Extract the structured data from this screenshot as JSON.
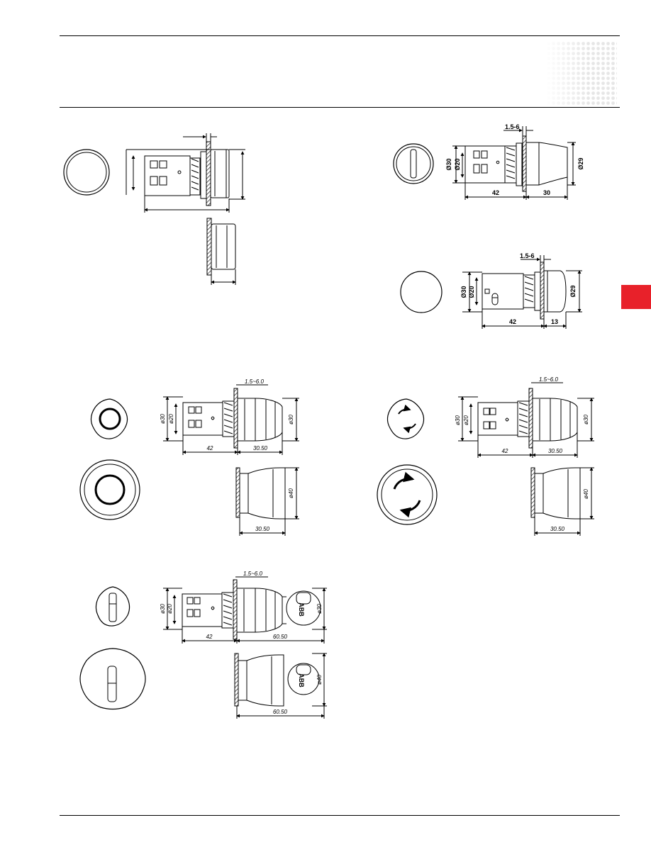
{
  "page": {
    "accent_color": "#e8212a"
  },
  "figures": {
    "selector": {
      "gap_label": "1.5-6",
      "outer_dia": "Ø30",
      "inner_dia": "Ø20",
      "cap_dia": "Ø29",
      "body_len": "42",
      "cap_len": "30"
    },
    "mushroom_flat": {
      "gap_label": "1.5-6",
      "outer_dia": "Ø30",
      "inner_dia": "Ø20",
      "cap_dia": "Ø29",
      "body_len": "42",
      "cap_len": "13"
    },
    "estop_push": {
      "gap_label": "1.5~6.0",
      "outer_dia": "ø30",
      "inner_dia": "ø20",
      "cap_dia": "ø30",
      "body_len": "42",
      "cap_len": "30.50",
      "big_dia": "ø40",
      "big_len": "30.50"
    },
    "estop_turn": {
      "gap_label": "1.5~6.0",
      "outer_dia": "ø30",
      "inner_dia": "ø20",
      "cap_dia": "ø30",
      "body_len": "42",
      "cap_len": "30.50",
      "big_dia": "ø40",
      "big_len": "30.50"
    },
    "estop_key": {
      "gap_label": "1.5~6.0",
      "outer_dia": "ø30",
      "inner_dia": "ø20",
      "cap_dia": "ø30",
      "body_len": "42",
      "cap_len": "60.50",
      "big_dia": "ø40",
      "big_len": "60.50",
      "key_logo": "ABB"
    }
  }
}
